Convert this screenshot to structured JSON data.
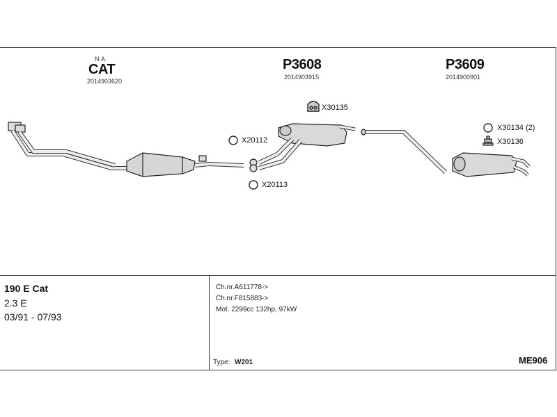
{
  "parts": {
    "cat": {
      "note": "N.A.",
      "name": "CAT",
      "number": "2014903620"
    },
    "p3608": {
      "name": "P3608",
      "number": "2014903915"
    },
    "p3609": {
      "name": "P3609",
      "number": "2014900901"
    }
  },
  "refs": {
    "x30135": "X30135",
    "x20112": "X20112",
    "x20113": "X20113",
    "x30134": "X30134 (2)",
    "x30136": "X30136"
  },
  "vehicle": {
    "model": "190 E Cat",
    "engine": "2.3 E",
    "years": "03/91 - 07/93"
  },
  "specs": {
    "chassis1": "Ch.nr.A611778->",
    "chassis2": "Ch.nr.F815883->",
    "motor": "Mot. 2299cc 132hp, 97kW",
    "type_label": "Type:",
    "type_value": "W201"
  },
  "code": "ME906"
}
